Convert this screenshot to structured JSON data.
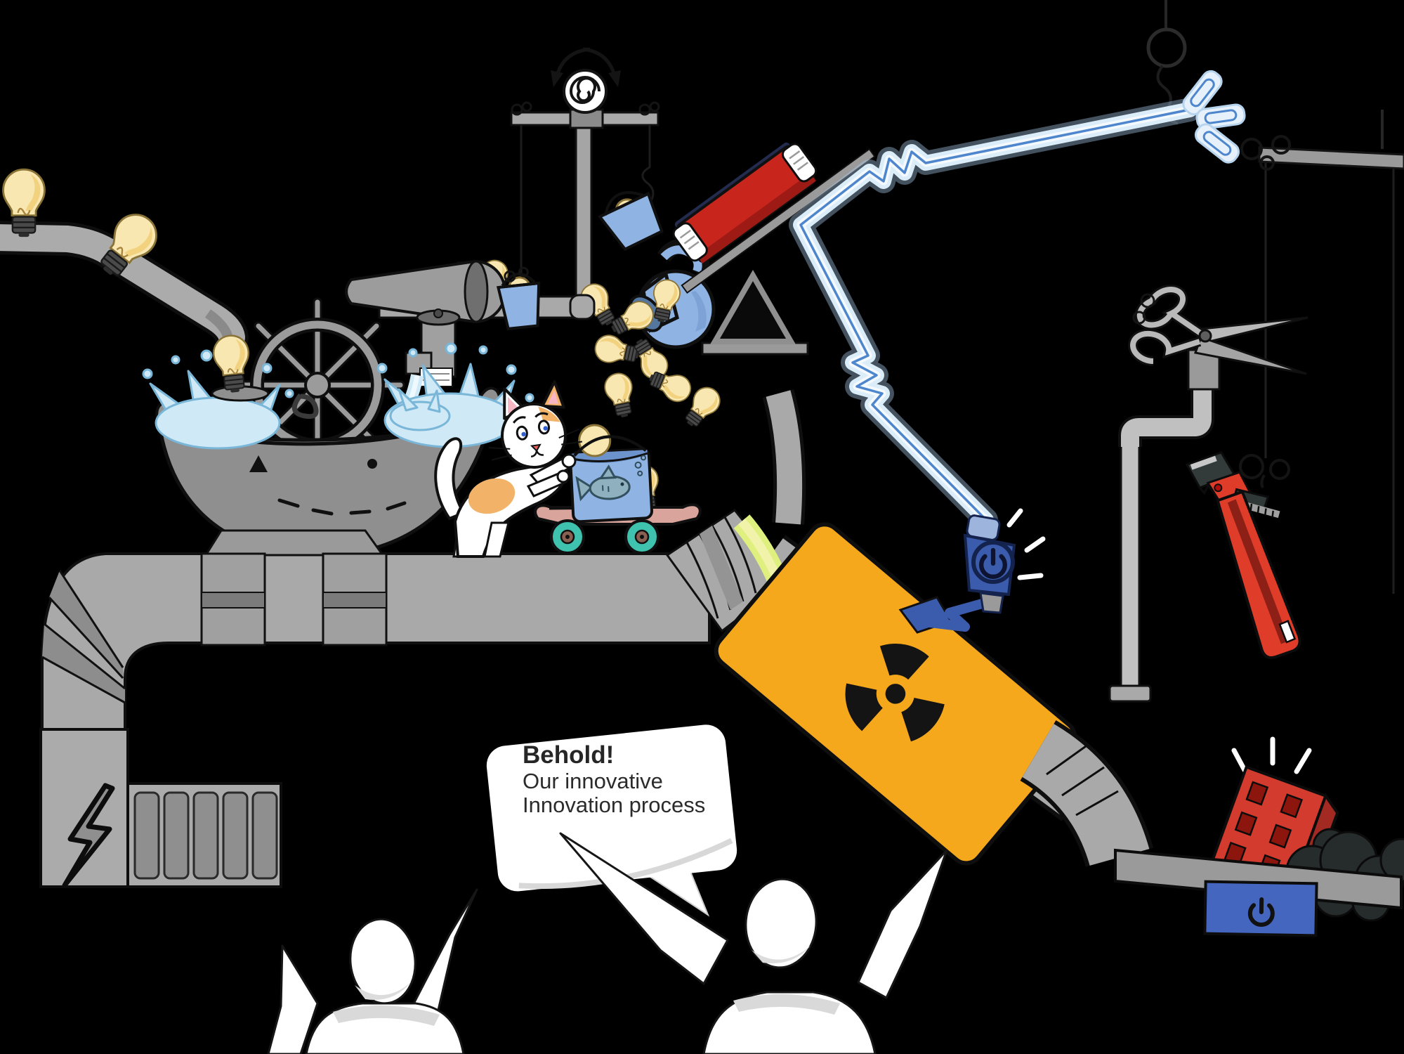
{
  "scene": {
    "description": "Cartoon Rube Goldberg style machine turning light-bulb ideas into output, presented by two figures",
    "background": "#000000"
  },
  "speech_bubble": {
    "line1": "Behold!",
    "line2": "Our innovative",
    "line3": "Innovation process",
    "bubble_color": "#ffffff",
    "text_color": "#262626"
  },
  "colors": {
    "pipe_gray": "#a9a9a9",
    "pipe_dark": "#8d8d8d",
    "tub_gray": "#8f8f8f",
    "bulb_yellow": "#f8e7b0",
    "bulb_shade": "#f0cd72",
    "water_blue": "#cfe9f6",
    "water_stroke": "#79b6d8",
    "bucket_blue": "#8fb4e4",
    "bucket_shade": "#6d93cc",
    "skateboard_deck": "#d8a49c",
    "skateboard_wheel": "#3fc2ae",
    "cat_patch": "#f2b368",
    "arm_glow": "#cfe4f7",
    "arm_core": "#4d86cc",
    "plug_blue": "#3b5cad",
    "sleeve_orange": "#f6a81c",
    "glow_green": "#dff07f",
    "book_red": "#c8251d",
    "wrench_red": "#e03c2a",
    "building_red": "#d23b2e",
    "power_box_blue": "#4466bf",
    "coal_dark": "#262b2b",
    "spark_white": "#ffffff"
  },
  "elements": {
    "icons": [
      "light-bulb-icon",
      "radiation-icon",
      "power-icon",
      "lightning-bolt-icon",
      "scissors-icon",
      "fish-icon",
      "spiral-spool-icon",
      "rotation-arrows-icon"
    ],
    "parts": [
      "bulb-slide-ramp",
      "idea-tub-with-ship-wheel",
      "water-splash",
      "faucet-valve",
      "megaphone-funnel",
      "pulley-crossbar-with-spool",
      "hanging-buckets",
      "idea-pitcher",
      "falling-light-bulbs",
      "calico-cat",
      "fish-tank-bucket-on-skateboard",
      "conveyor-pipe",
      "electric-lightning-arm",
      "claw-gripper",
      "red-book-seesaw",
      "power-plug",
      "radioactive-pipe-sleeve",
      "right-pipe-run",
      "scissors-cutting-string",
      "hanging-pipe-wrench",
      "wall-shelf",
      "hanging-ring",
      "red-building",
      "coal-pile",
      "power-button-box",
      "generator-with-battery-bars",
      "speech-bubble",
      "presenter-left",
      "presenter-right"
    ]
  }
}
